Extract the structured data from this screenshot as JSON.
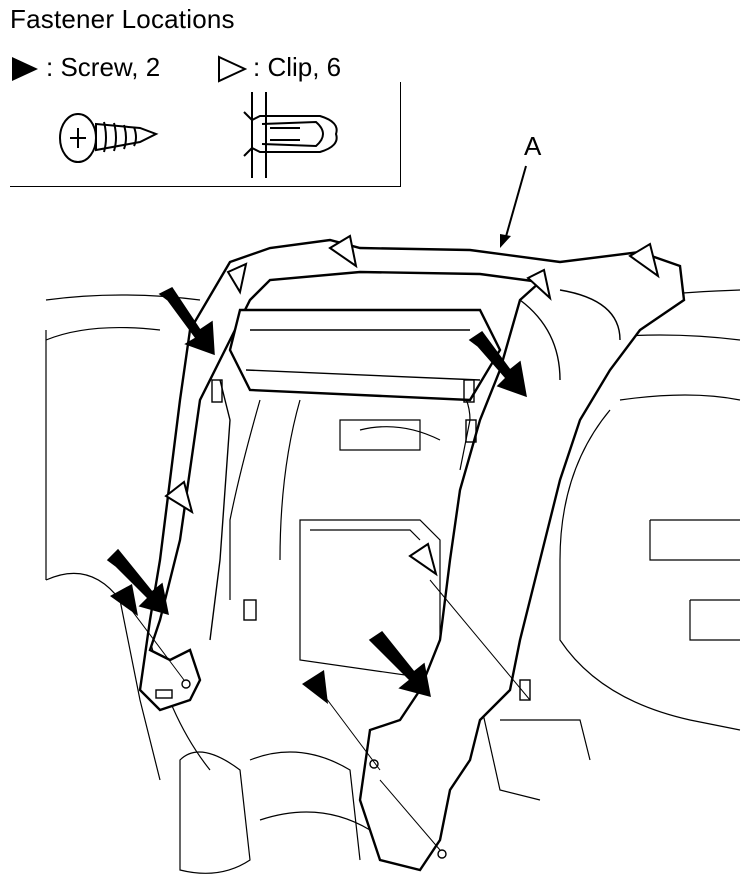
{
  "title": "Fastener Locations",
  "legend": {
    "screw_label": ": Screw, 2",
    "clip_label": ": Clip, 6"
  },
  "callout": "A",
  "icons": {
    "screw": "filled-triangle-icon",
    "clip": "outlined-triangle-icon"
  }
}
